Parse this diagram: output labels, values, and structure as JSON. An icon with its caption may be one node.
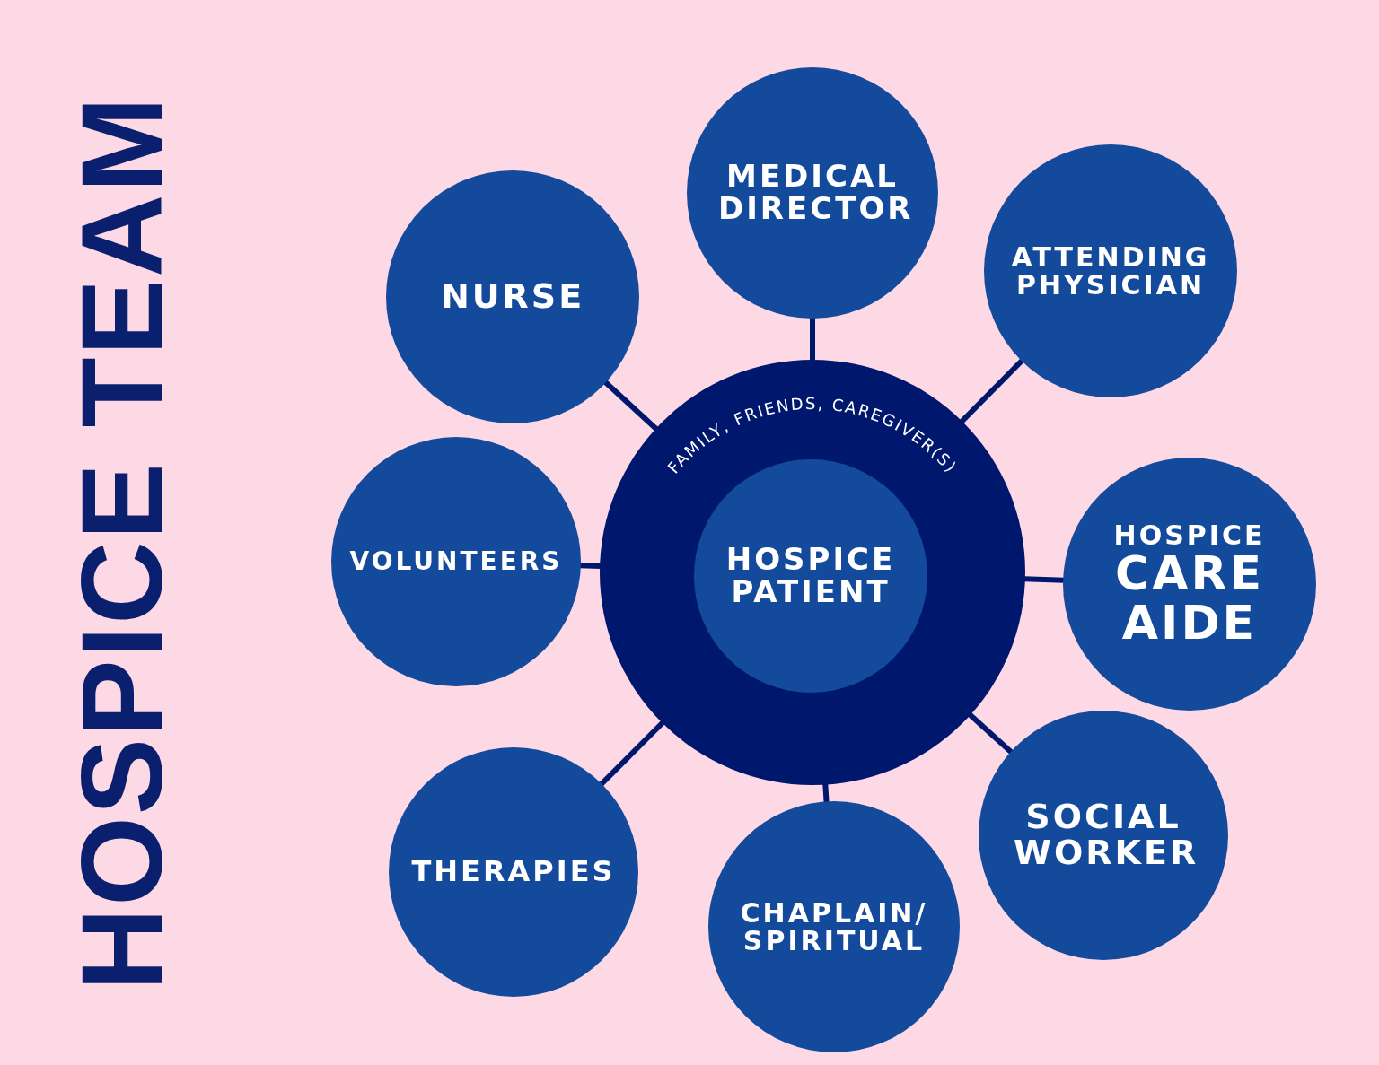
{
  "diagram": {
    "title": "HOSPICE TEAM",
    "nodes": [
      {
        "text": [
          "FAMILY, FRIENDS, CAREGIVER(S)"
        ]
      },
      {
        "text": [
          "HOSPICE PATIENT"
        ],
        "in": 0
      },
      {
        "text": [
          "MEDICAL DIRECTOR"
        ]
      },
      {
        "text": [
          "ATTENDING PHYSICIAN"
        ]
      },
      {
        "text": [
          "NURSE"
        ]
      },
      {
        "text": [
          "VOLUNTEERS"
        ]
      },
      {
        "text": [
          "HOSPICE",
          "CARE AIDE"
        ]
      },
      {
        "text": [
          "THERAPIES"
        ]
      },
      {
        "text": [
          "SOCIAL WORKER"
        ]
      },
      {
        "text": [
          "CHAPLAIN/ SPIRITUAL"
        ]
      }
    ],
    "edges": [
      {
        "from": 0,
        "to": 2,
        "arrow": "none"
      },
      {
        "from": 0,
        "to": 3,
        "arrow": "none"
      },
      {
        "from": 0,
        "to": 4,
        "arrow": "none"
      },
      {
        "from": 0,
        "to": 5,
        "arrow": "none"
      },
      {
        "from": 0,
        "to": 6,
        "arrow": "none"
      },
      {
        "from": 0,
        "to": 7,
        "arrow": "none"
      },
      {
        "from": 0,
        "to": 8,
        "arrow": "none"
      },
      {
        "from": 0,
        "to": 9,
        "arrow": "none"
      }
    ]
  }
}
